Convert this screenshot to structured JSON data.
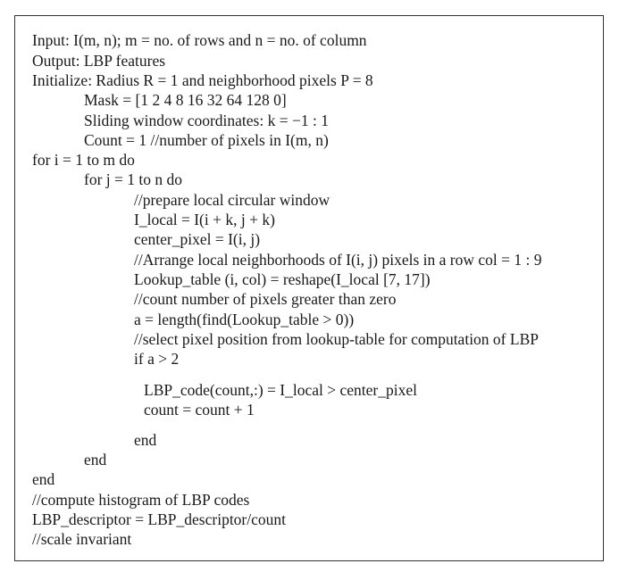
{
  "algorithm": {
    "lines": [
      "Input: I(m, n); m = no. of rows and n = no. of column",
      "Output: LBP features",
      "Initialize: Radius R = 1 and neighborhood pixels P = 8",
      "Mask = [1 2 4 8 16 32 64 128 0]",
      "Sliding window coordinates: k = −1 : 1",
      "Count = 1 //number of pixels in I(m, n)",
      "for i = 1 to m do",
      "for j = 1 to n do",
      "//prepare local circular window",
      "I_local = I(i + k, j + k)",
      "center_pixel = I(i, j)",
      "//Arrange local neighborhoods of I(i, j) pixels in a row col = 1 : 9",
      "Lookup_table (i, col) = reshape(I_local [7, 17])",
      "//count number of pixels greater than zero",
      "a = length(find(Lookup_table > 0))",
      "//select pixel position from lookup-table for computation of LBP",
      "if a > 2",
      "LBP_code(count,:) = I_local > center_pixel",
      "count = count + 1",
      "end",
      "end",
      "end",
      "//compute histogram of LBP codes",
      "LBP_descriptor = LBP_descriptor/count",
      "//scale invariant"
    ]
  }
}
